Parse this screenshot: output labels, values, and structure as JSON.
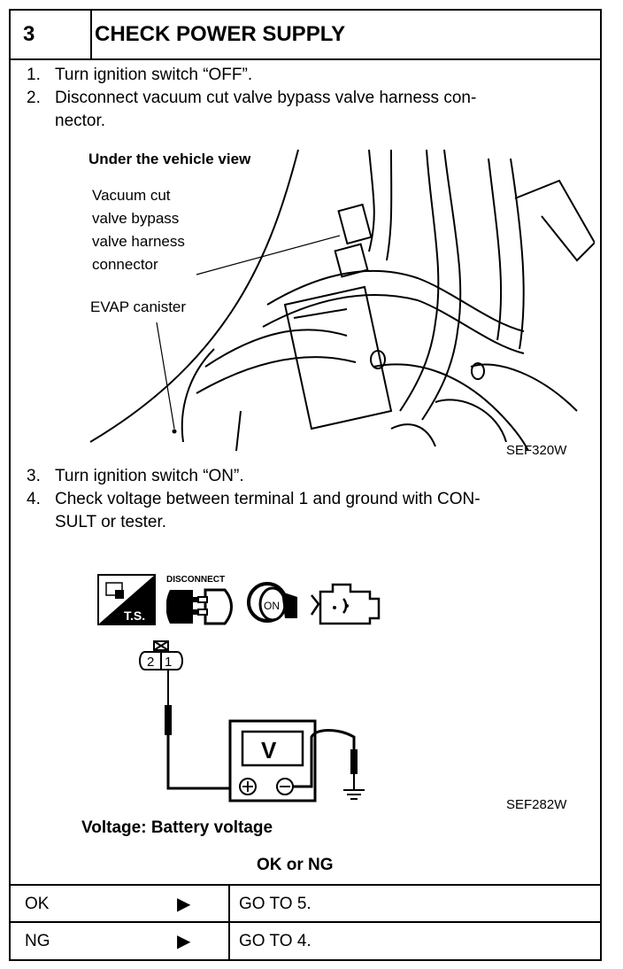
{
  "header": {
    "number": "3",
    "title": "CHECK POWER SUPPLY"
  },
  "steps": [
    {
      "n": "1.",
      "text": "Turn ignition switch “OFF”."
    },
    {
      "n": "2.",
      "text": "Disconnect vacuum cut valve bypass valve harness con-",
      "cont": "nector."
    },
    {
      "n": "3.",
      "text": "Turn ignition switch “ON”."
    },
    {
      "n": "4.",
      "text": "Check voltage between terminal 1 and ground with CON-",
      "cont": "SULT or tester."
    }
  ],
  "figure1": {
    "view_label": "Under the vehicle view",
    "connector_label": [
      "Vacuum cut",
      "valve bypass",
      "valve harness",
      "connector"
    ],
    "canister_label": "EVAP canister",
    "code": "SEF320W"
  },
  "figure2": {
    "disconnect_label": "DISCONNECT",
    "ts_label": "T.S.",
    "on_label": "ON",
    "pin_2": "2",
    "pin_1": "1",
    "meter_label": "V",
    "code": "SEF282W"
  },
  "spec": "Voltage: Battery voltage",
  "result_heading": "OK or NG",
  "results": [
    {
      "key": "OK",
      "arrow": "▶",
      "action": "GO TO 5."
    },
    {
      "key": "NG",
      "arrow": "▶",
      "action": "GO TO 4."
    }
  ]
}
